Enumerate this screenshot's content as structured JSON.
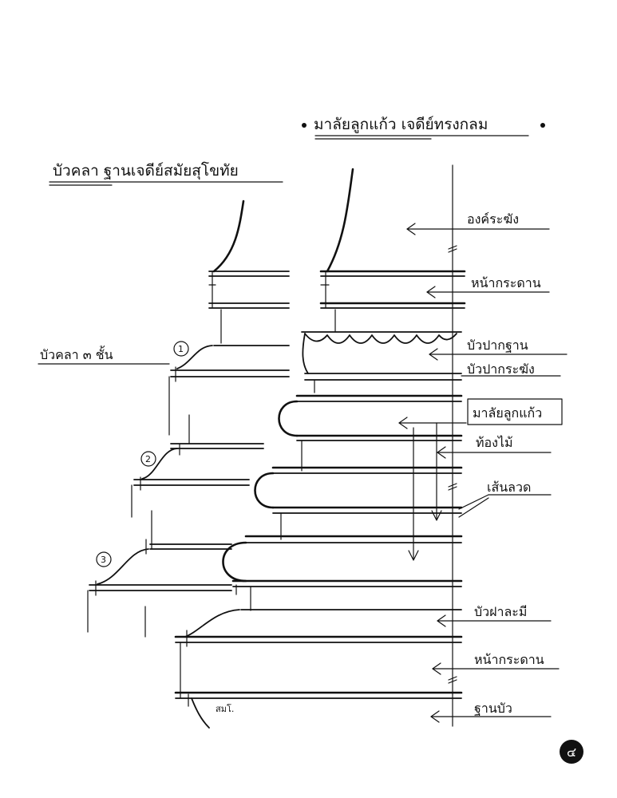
{
  "diagram": {
    "title_right": "มาลัยลูกแก้ว เจดีย์ทรงกลม",
    "title_left": "บัวคลา ฐานเจดีย์สมัยสุโขทัย",
    "left_caption": "บัวคลา ๓ ชั้น",
    "circled_numbers": [
      "1",
      "2",
      "3"
    ],
    "signature": "สมโ.",
    "page_number": "๔",
    "right_labels": {
      "label_1": "องค์ระฆัง",
      "label_2": "หน้ากระดาน",
      "label_3": "บัวปากฐาน",
      "label_4": "บัวปากระฆัง",
      "label_5": "มาลัยลูกแก้ว",
      "label_6": "ท้องไม้",
      "label_7": "เส้นลวด",
      "label_8": "บัวฝาละมี",
      "label_9": "หน้ากระดาน",
      "label_10": "ฐานบัว"
    }
  }
}
